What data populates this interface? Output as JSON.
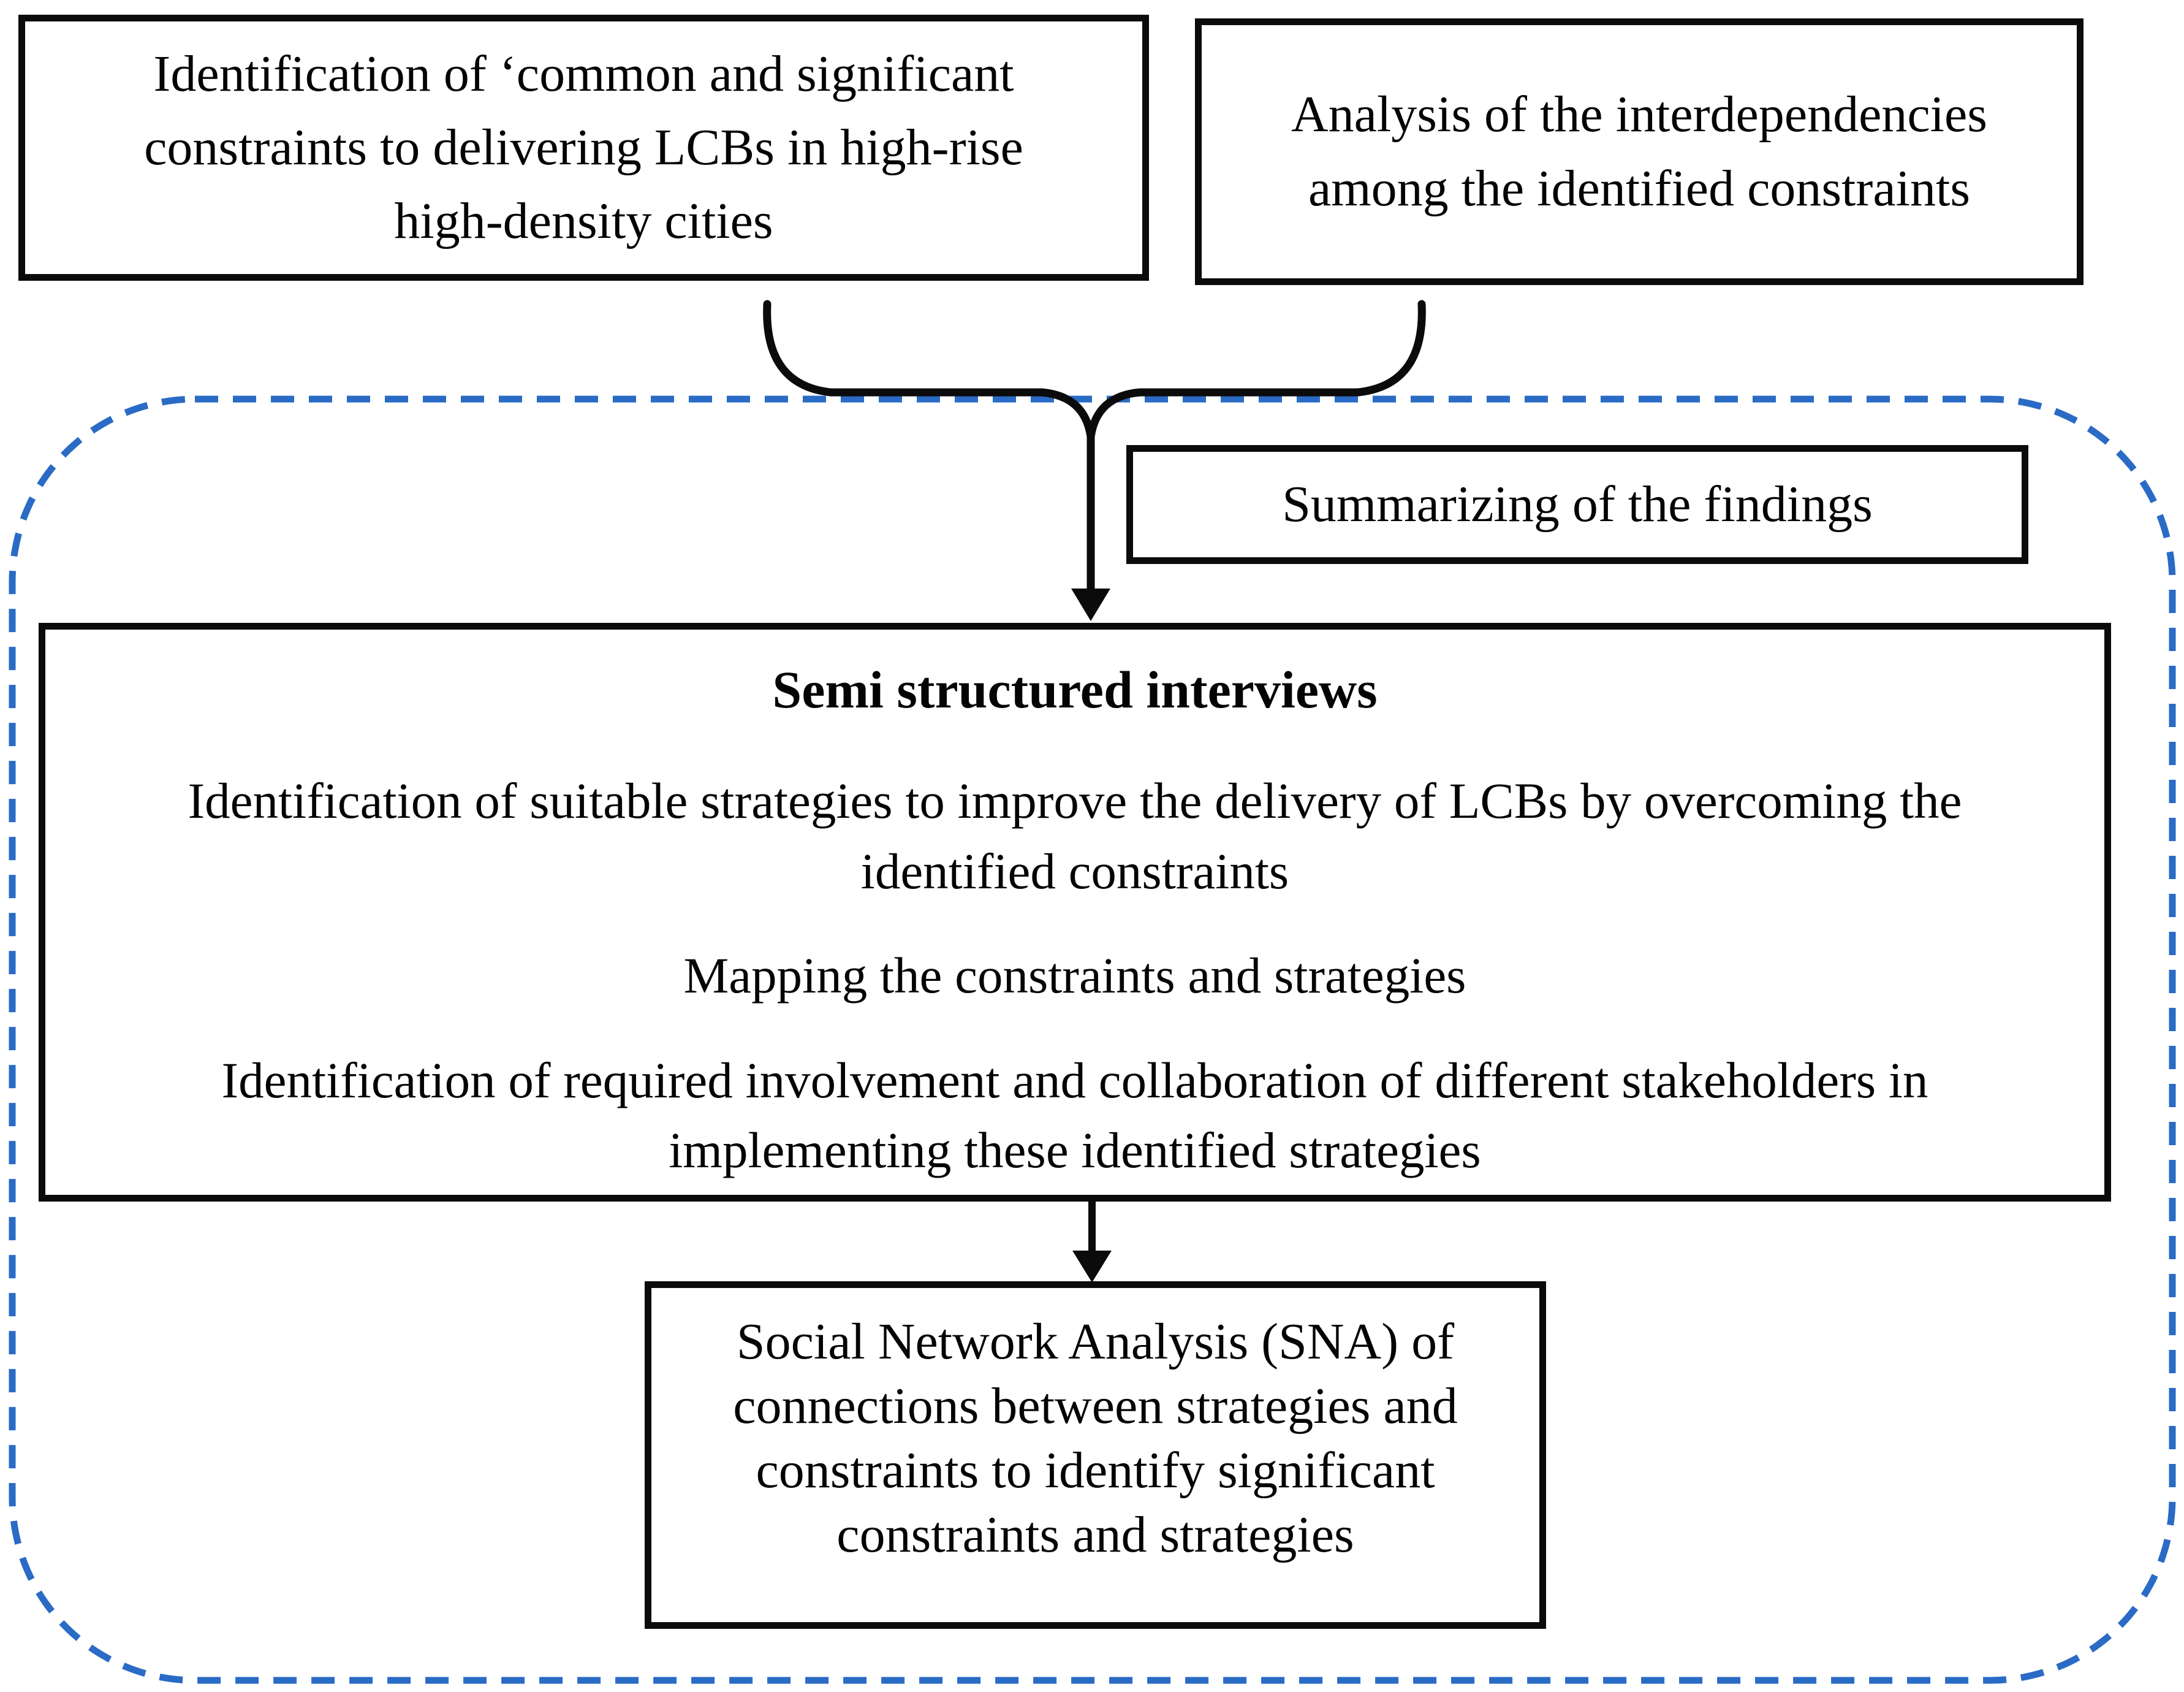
{
  "figure": {
    "background": "#ffffff",
    "text_color": "#040404",
    "box_border_color": "#0b0b0b",
    "dashed_border_color": "#2a6bc5",
    "boxes": {
      "constraints_identification": "Identification of ‘common and significant\nconstraints to delivering LCBs in high-rise\nhigh-density cities",
      "interdependency_analysis": "Analysis of the interdependencies\namong the identified constraints",
      "summarizing": "Summarizing of the findings",
      "interviews": {
        "title": "Semi structured interviews",
        "items": [
          "Identification of suitable strategies to improve the delivery of LCBs by overcoming the\nidentified constraints",
          "Mapping the constraints and strategies",
          "Identification of required involvement and collaboration of different stakeholders in\nimplementing these identified strategies"
        ]
      },
      "sna": "Social Network Analysis (SNA) of\nconnections between strategies and\nconstraints to identify significant\nconstraints and strategies"
    }
  }
}
